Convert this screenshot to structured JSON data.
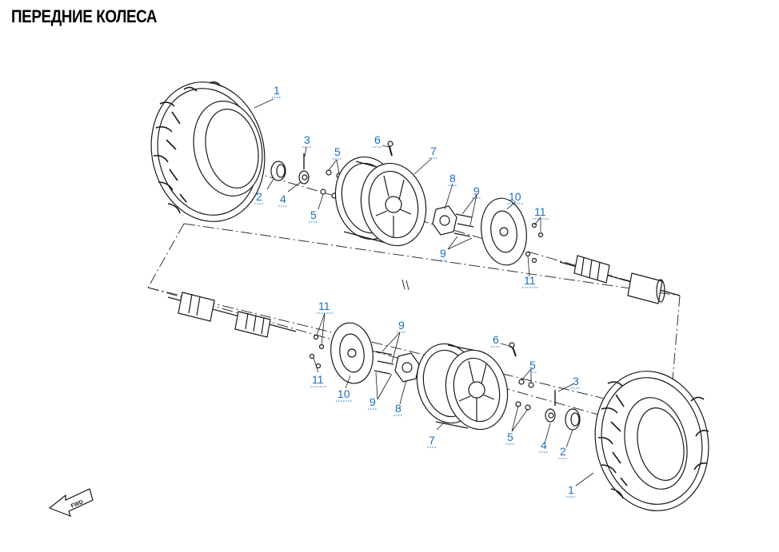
{
  "title": "ПЕРЕДНИЕ КОЛЕСА",
  "direction_badge": "FWD",
  "callouts": [
    {
      "label": "1"
    },
    {
      "label": "2"
    },
    {
      "label": "3"
    },
    {
      "label": "4"
    },
    {
      "label": "5"
    },
    {
      "label": "5"
    },
    {
      "label": "6"
    },
    {
      "label": "7"
    },
    {
      "label": "8"
    },
    {
      "label": "9"
    },
    {
      "label": "9"
    },
    {
      "label": "10"
    },
    {
      "label": "11"
    },
    {
      "label": "11"
    },
    {
      "label": "11"
    },
    {
      "label": "11"
    },
    {
      "label": "10"
    },
    {
      "label": "9"
    },
    {
      "label": "9"
    },
    {
      "label": "8"
    },
    {
      "label": "6"
    },
    {
      "label": "7"
    },
    {
      "label": "5"
    },
    {
      "label": "5"
    },
    {
      "label": "4"
    },
    {
      "label": "3"
    },
    {
      "label": "2"
    },
    {
      "label": "1"
    }
  ]
}
